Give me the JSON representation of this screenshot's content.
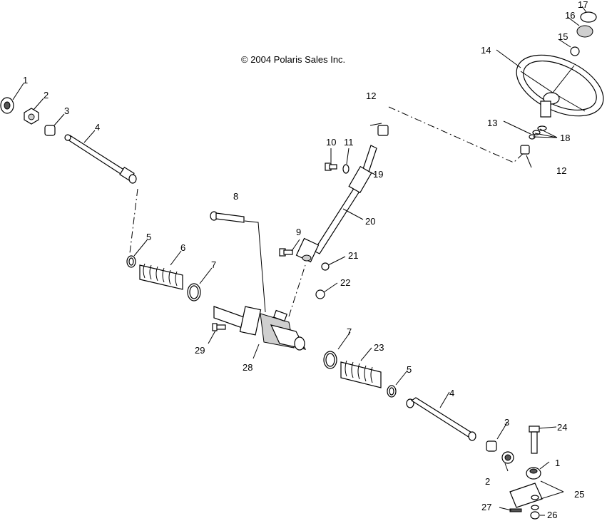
{
  "copyright": "© 2004 Polaris Sales Inc.",
  "callouts": {
    "c1a": "1",
    "c2a": "2",
    "c3a": "3",
    "c4a": "4",
    "c5a": "5",
    "c6": "6",
    "c7a": "7",
    "c8": "8",
    "c9": "9",
    "c10": "10",
    "c11": "11",
    "c12a": "12",
    "c12b": "12",
    "c13": "13",
    "c14": "14",
    "c15": "15",
    "c16": "16",
    "c17": "17",
    "c18": "18",
    "c19": "19",
    "c20": "20",
    "c21": "21",
    "c22": "22",
    "c23": "23",
    "c7b": "7",
    "c5b": "5",
    "c4b": "4",
    "c3b": "3",
    "c2b": "2",
    "c1b": "1",
    "c24": "24",
    "c25": "25",
    "c26": "26",
    "c27": "27",
    "c28": "28",
    "c29": "29"
  }
}
